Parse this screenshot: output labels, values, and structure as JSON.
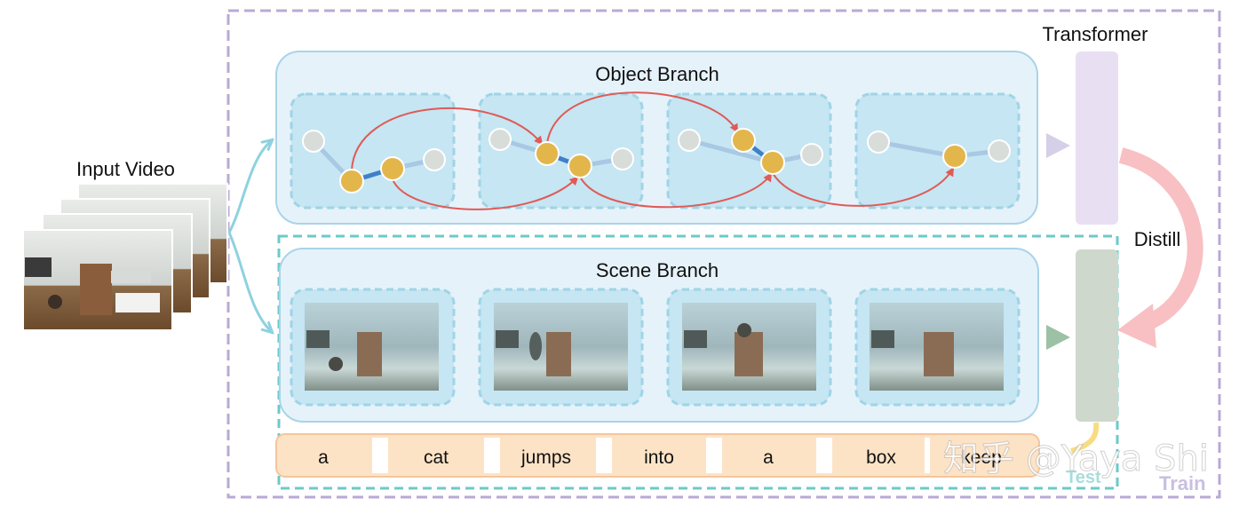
{
  "labels": {
    "input_video": "Input Video",
    "object_branch": "Object Branch",
    "scene_branch": "Scene Branch",
    "transformer": "Transformer",
    "distill": "Distill",
    "train": "Train",
    "test": "Test",
    "watermark": "知乎 @Yaya Shi"
  },
  "caption_words": [
    "a",
    "cat",
    "jumps",
    "into",
    "a",
    "box",
    "keep"
  ],
  "colors": {
    "train_border": "#b9a9d6",
    "test_border": "#6cc9c9",
    "branch_fill": "#e6f2fa",
    "branch_border": "#a8d4e8",
    "frame_fill": "#c5e6f2",
    "frame_border": "#9fd4e6",
    "node_active": "#e3b64c",
    "node_inactive": "#d9ddda",
    "edge_blue": "#3f80c8",
    "edge_light": "#a8c8e4",
    "temporal_arrow": "#e05a57",
    "transformer_fill": "#e8e0f2",
    "student_fill": "#cfd8cc",
    "distill_arrow": "#f8c0c2",
    "word_fill": "#fde3c6",
    "word_border": "#f5c59c",
    "yellow_arrow": "#f8dc84"
  }
}
